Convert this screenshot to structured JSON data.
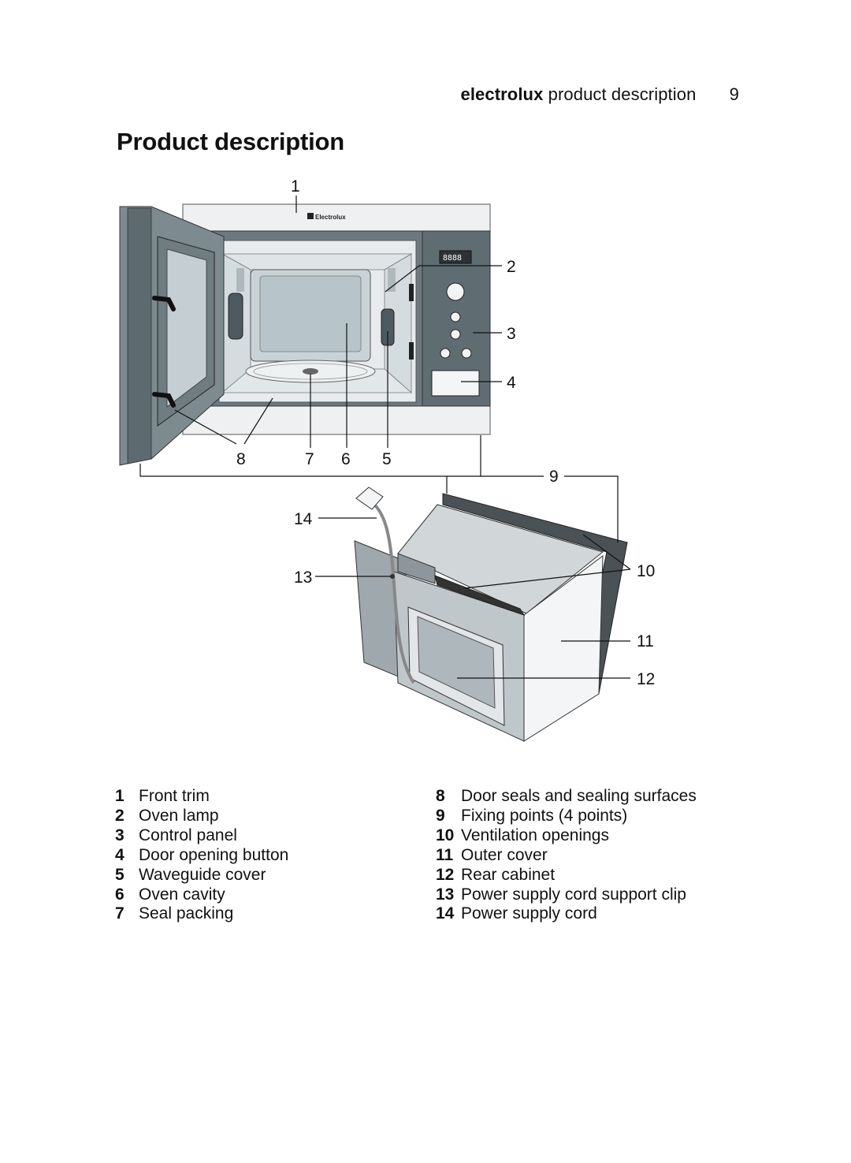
{
  "header": {
    "brand": "electrolux",
    "section": "product description",
    "page_number": "9"
  },
  "title": "Product description",
  "figure": {
    "logo_text": "Electrolux",
    "display_text": "8888",
    "callouts": [
      "1",
      "2",
      "3",
      "4",
      "5",
      "6",
      "7",
      "8",
      "9",
      "10",
      "11",
      "12",
      "13",
      "14"
    ]
  },
  "legend": {
    "left": [
      {
        "number": "1",
        "label": "Front trim"
      },
      {
        "number": "2",
        "label": "Oven lamp"
      },
      {
        "number": "3",
        "label": "Control panel"
      },
      {
        "number": "4",
        "label": "Door opening button"
      },
      {
        "number": "5",
        "label": "Waveguide cover"
      },
      {
        "number": "6",
        "label": "Oven cavity"
      },
      {
        "number": "7",
        "label": "Seal packing"
      }
    ],
    "right": [
      {
        "number": "8",
        "label": "Door seals and sealing surfaces"
      },
      {
        "number": "9",
        "label": "Fixing points (4 points)"
      },
      {
        "number": "10",
        "label": "Ventilation openings"
      },
      {
        "number": "11",
        "label": "Outer cover"
      },
      {
        "number": "12",
        "label": "Rear cabinet"
      },
      {
        "number": "13",
        "label": "Power supply cord support clip"
      },
      {
        "number": "14",
        "label": "Power supply cord"
      }
    ]
  }
}
